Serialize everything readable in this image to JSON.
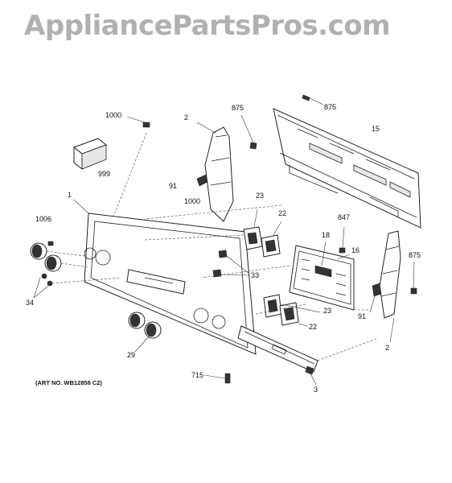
{
  "watermark": "AppliancePartsPros.com",
  "art_number": "(ART NO. WB12858 C2)",
  "callouts": [
    {
      "id": "c-1000a",
      "label": "1000"
    },
    {
      "id": "c-999",
      "label": "999"
    },
    {
      "id": "c-2a",
      "label": "2"
    },
    {
      "id": "c-875a",
      "label": "875"
    },
    {
      "id": "c-875b",
      "label": "875"
    },
    {
      "id": "c-15",
      "label": "15"
    },
    {
      "id": "c-91a",
      "label": "91"
    },
    {
      "id": "c-1000b",
      "label": "1000"
    },
    {
      "id": "c-1",
      "label": "1"
    },
    {
      "id": "c-1006",
      "label": "1006"
    },
    {
      "id": "c-23a",
      "label": "23"
    },
    {
      "id": "c-22a",
      "label": "22"
    },
    {
      "id": "c-847",
      "label": "847"
    },
    {
      "id": "c-18",
      "label": "18"
    },
    {
      "id": "c-16",
      "label": "16"
    },
    {
      "id": "c-875c",
      "label": "875"
    },
    {
      "id": "c-33",
      "label": "33"
    },
    {
      "id": "c-34",
      "label": "34"
    },
    {
      "id": "c-23b",
      "label": "23"
    },
    {
      "id": "c-22b",
      "label": "22"
    },
    {
      "id": "c-91b",
      "label": "91"
    },
    {
      "id": "c-2b",
      "label": "2"
    },
    {
      "id": "c-29",
      "label": "29"
    },
    {
      "id": "c-715",
      "label": "715"
    },
    {
      "id": "c-3",
      "label": "3"
    }
  ]
}
